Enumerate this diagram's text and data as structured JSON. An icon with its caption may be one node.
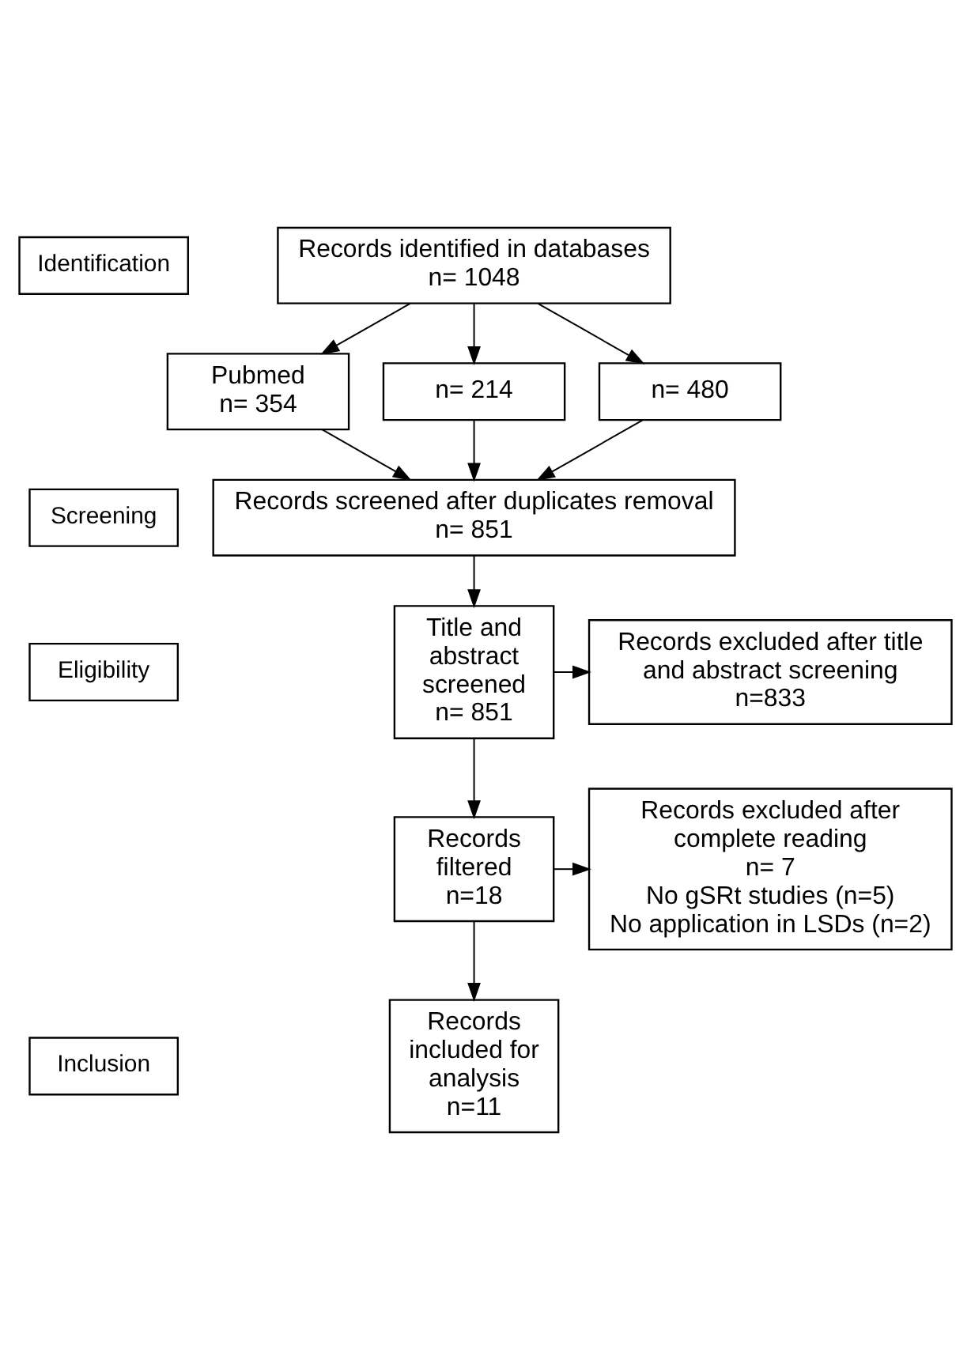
{
  "diagram": {
    "nodes": [
      {
        "text": [
          "Identification"
        ]
      },
      {
        "text": [
          "Records identified in databases",
          "n= 1048"
        ]
      },
      {
        "text": [
          "Pubmed",
          "n= 354"
        ]
      },
      {
        "text": [
          "n= 214"
        ]
      },
      {
        "text": [
          "n= 480"
        ]
      },
      {
        "text": [
          "Screening"
        ]
      },
      {
        "text": [
          "Records screened after duplicates removal",
          "n= 851"
        ]
      },
      {
        "text": [
          "Eligibility"
        ]
      },
      {
        "text": [
          "Title and abstract screened",
          "n= 851"
        ]
      },
      {
        "text": [
          "Records excluded after title and abstract screening",
          "n=833"
        ]
      },
      {
        "text": [
          "Records filtered",
          "n=18"
        ]
      },
      {
        "text": [
          "Records excluded after complete reading",
          "n= 7",
          "No gSRt studies (n=5)",
          "No application in LSDs (n=2)"
        ]
      },
      {
        "text": [
          "Inclusion"
        ]
      },
      {
        "text": [
          "Records included for analysis",
          "n=11"
        ]
      }
    ],
    "edges": [
      {
        "from": 1,
        "to": 2,
        "arrow": "to"
      },
      {
        "from": 1,
        "to": 3,
        "arrow": "to"
      },
      {
        "from": 1,
        "to": 4,
        "arrow": "to"
      },
      {
        "from": 2,
        "to": 6,
        "arrow": "to"
      },
      {
        "from": 3,
        "to": 6,
        "arrow": "to"
      },
      {
        "from": 4,
        "to": 6,
        "arrow": "to"
      },
      {
        "from": 6,
        "to": 8,
        "arrow": "to"
      },
      {
        "from": 8,
        "to": 9,
        "arrow": "to"
      },
      {
        "from": 8,
        "to": 10,
        "arrow": "to"
      },
      {
        "from": 10,
        "to": 11,
        "arrow": "to"
      },
      {
        "from": 10,
        "to": 13,
        "arrow": "to"
      }
    ]
  }
}
